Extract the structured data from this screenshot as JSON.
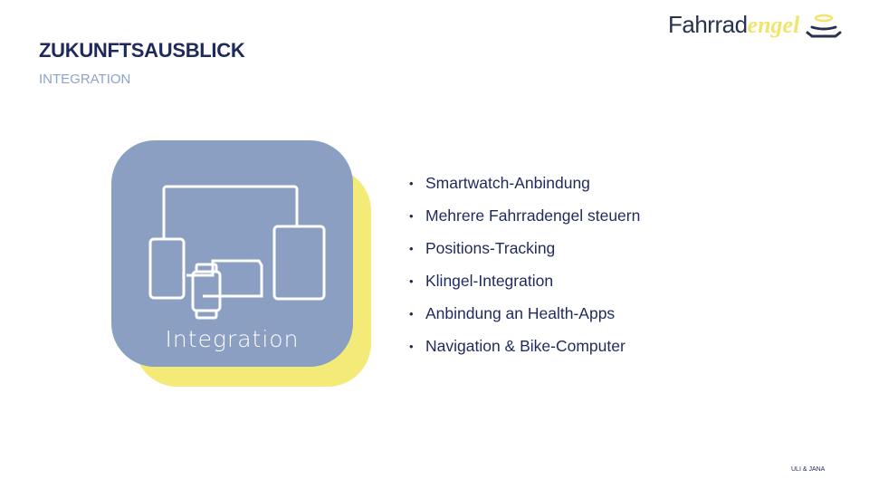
{
  "header": {
    "title": "ZUKUNFTSAUSBLICK",
    "subtitle": "INTEGRATION"
  },
  "logo": {
    "part1": "Fahrrad",
    "part2": "engel"
  },
  "illustration": {
    "label": "Integration"
  },
  "bullets": [
    "Smartwatch-Anbindung",
    "Mehrere Fahrradengel steuern",
    "Positions-Tracking",
    "Klingel-Integration",
    "Anbindung an Health-Apps",
    "Navigation & Bike-Computer"
  ],
  "footer": "ULI & JANA",
  "colors": {
    "navy": "#1f2a5c",
    "blue": "#8a9fc2",
    "yellow": "#f4ea78"
  }
}
